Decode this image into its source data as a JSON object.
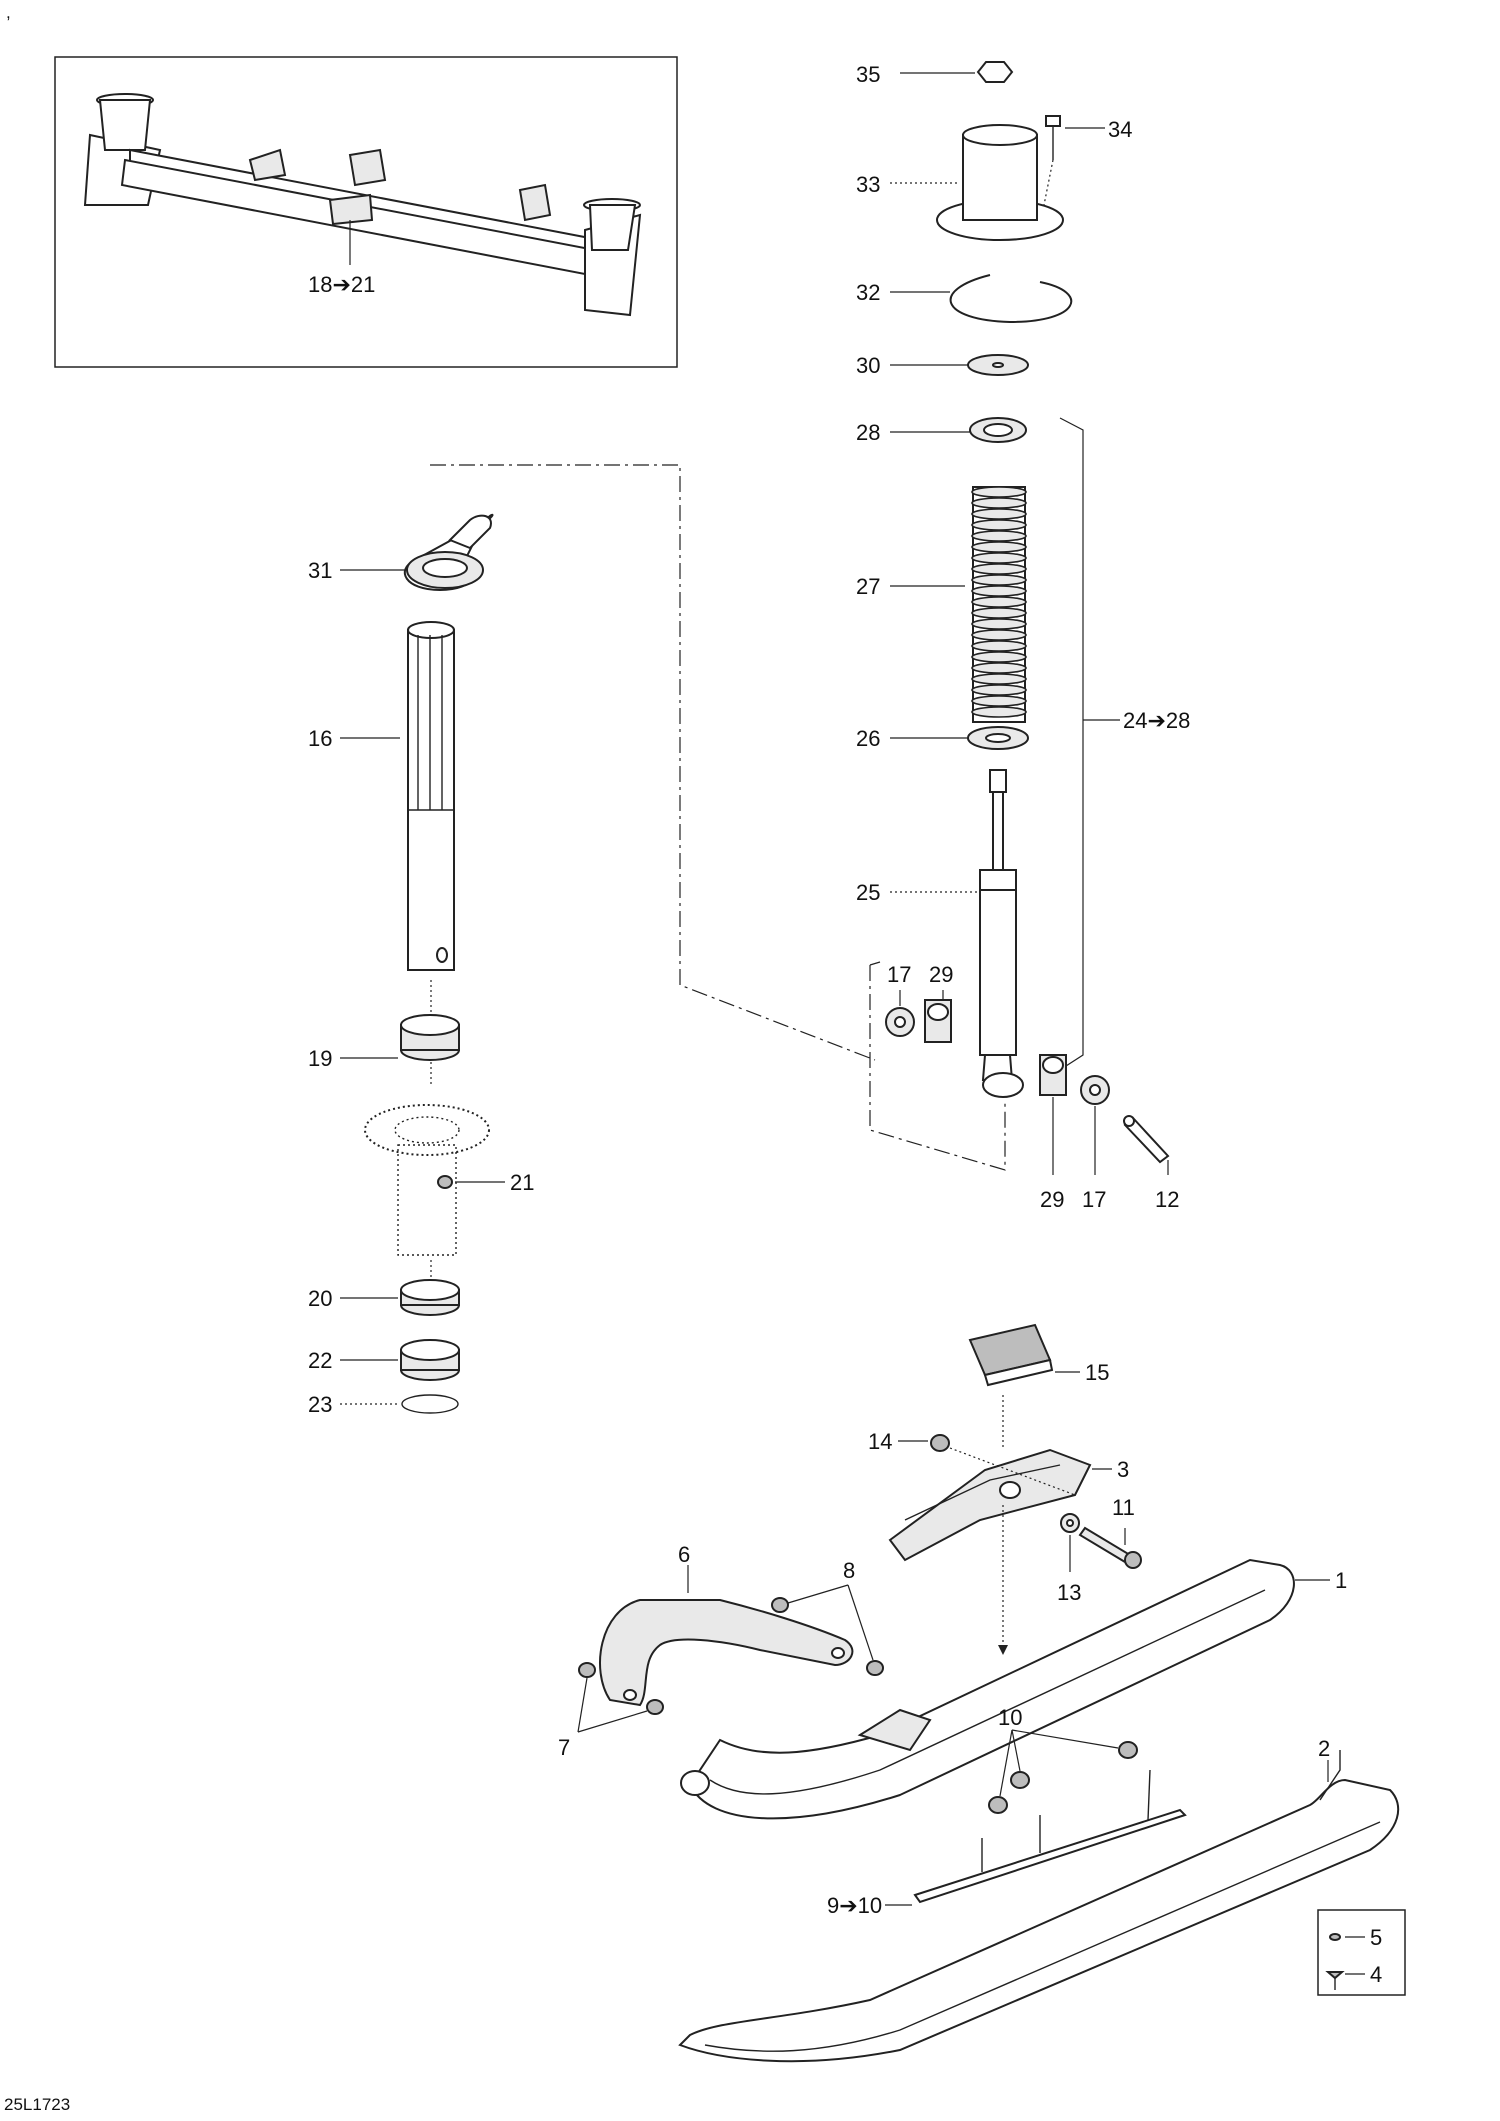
{
  "figure_code": "25L1723",
  "corner_mark": ",",
  "labels": {
    "l1": "1",
    "l2": "2",
    "l3": "3",
    "l4": "4",
    "l5": "5",
    "l6": "6",
    "l7": "7",
    "l8": "8",
    "l9_10": "9➔10",
    "l10": "10",
    "l11": "11",
    "l12": "12",
    "l13": "13",
    "l14": "14",
    "l15": "15",
    "l16": "16",
    "l17a": "17",
    "l17b": "17",
    "l18_21": "18➔21",
    "l19": "19",
    "l20": "20",
    "l21": "21",
    "l22": "22",
    "l23": "23",
    "l24_28": "24➔28",
    "l25": "25",
    "l26": "26",
    "l27": "27",
    "l28": "28",
    "l29a": "29",
    "l29b": "29",
    "l30": "30",
    "l31": "31",
    "l32": "32",
    "l33": "33",
    "l34": "34",
    "l35": "35"
  }
}
